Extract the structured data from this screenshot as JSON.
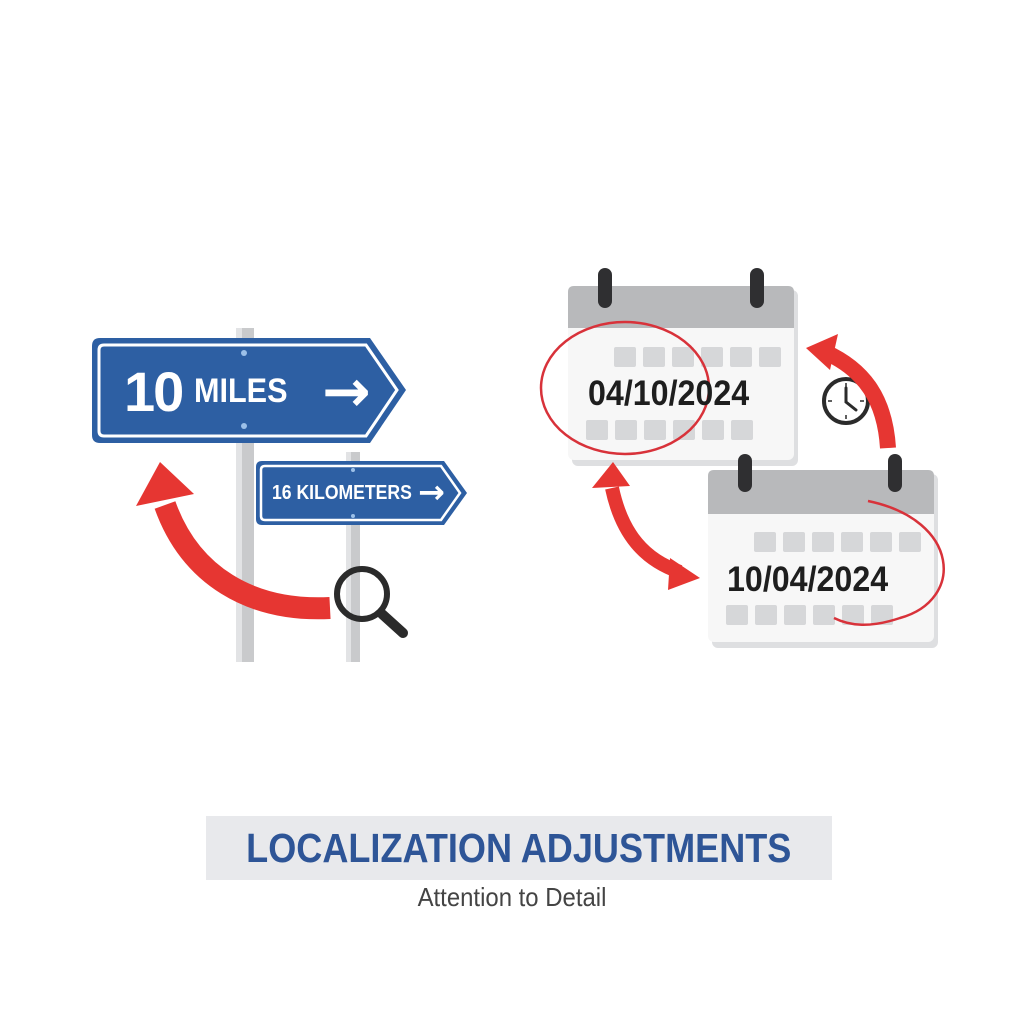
{
  "signs": {
    "primary": {
      "value": "10",
      "unit": "MILES",
      "arrow": "→"
    },
    "secondary": {
      "label": "16 KILOMETERS",
      "arrow": "→"
    }
  },
  "calendars": {
    "first": {
      "date": "04/10/2024"
    },
    "second": {
      "date": "10/04/2024"
    }
  },
  "icons": [
    "magnifier-icon",
    "clock-icon",
    "curved-arrow-icon",
    "swap-arrow-icon",
    "calendar-icon",
    "road-sign-icon"
  ],
  "colors": {
    "sign_blue": "#2d5fa3",
    "accent_red": "#e63632",
    "calendar_header": "#b8b9bb",
    "calendar_body": "#f7f7f7",
    "title_blue": "#2e5597",
    "title_band": "#e8e9ec"
  },
  "footer": {
    "title": "LOCALIZATION ADJUSTMENTS",
    "subtitle": "Attention to Detail"
  }
}
